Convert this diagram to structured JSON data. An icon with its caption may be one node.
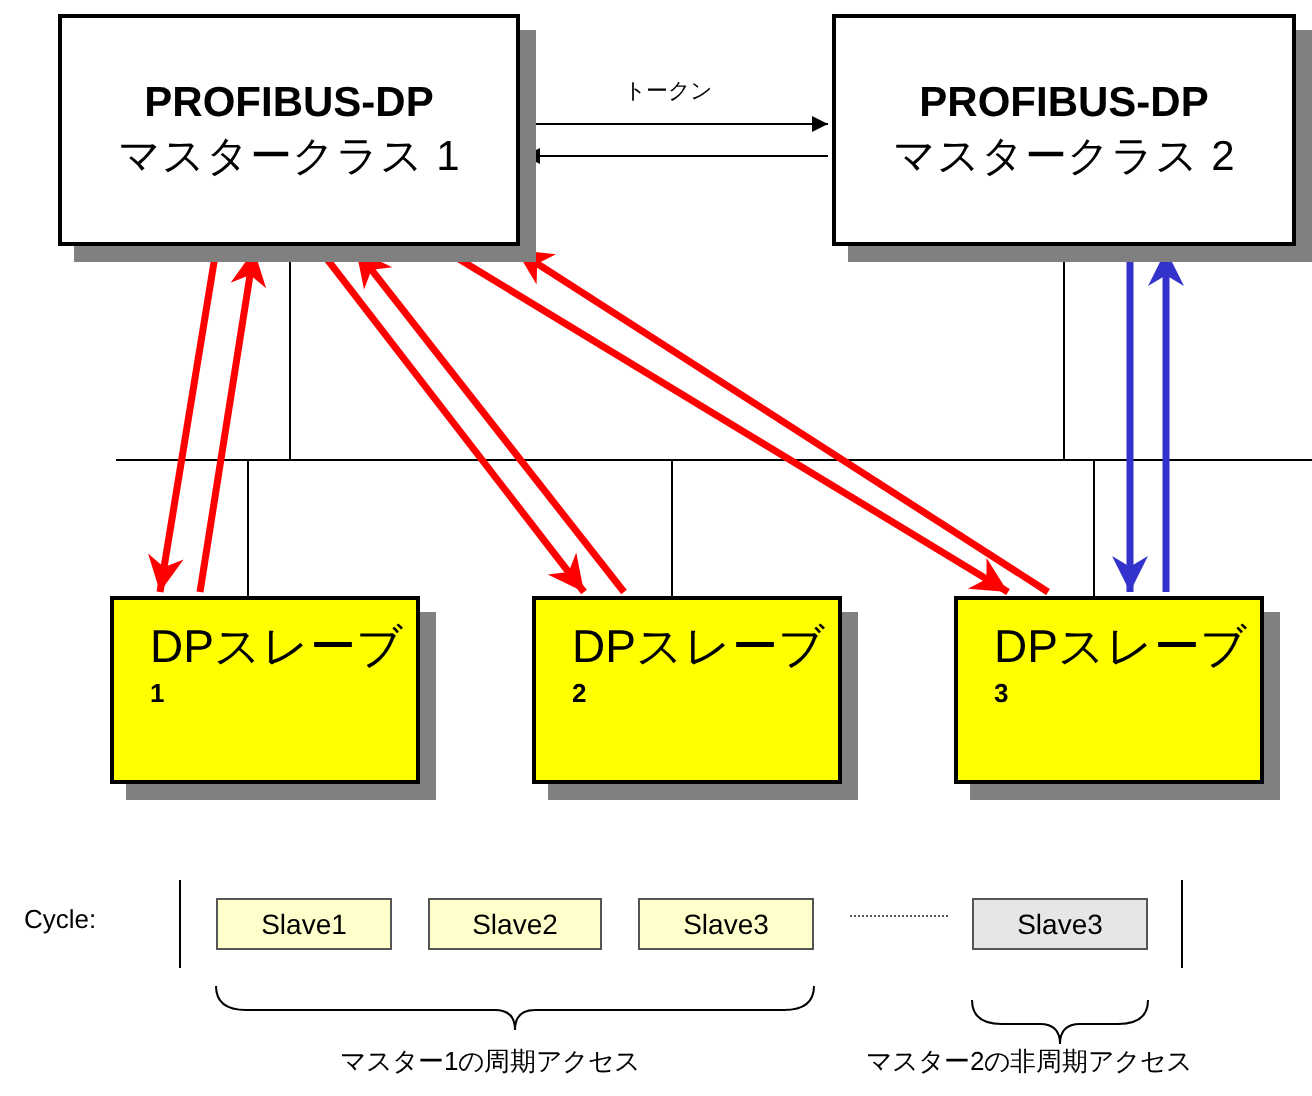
{
  "diagram": {
    "nodes": [
      {
        "text": [
          "PROFIBUS-DP",
          "マスタークラス 1"
        ]
      },
      {
        "text": [
          "PROFIBUS-DP",
          "マスタークラス 2"
        ]
      },
      {
        "text": [
          "DPスレーブ",
          "1"
        ]
      },
      {
        "text": [
          "DPスレーブ",
          "2"
        ]
      },
      {
        "text": [
          "DPスレーブ",
          "3"
        ]
      },
      {
        "text": [
          "Slave1"
        ]
      },
      {
        "text": [
          "Slave2"
        ]
      },
      {
        "text": [
          "Slave3"
        ]
      },
      {
        "text": [
          "Slave3"
        ]
      }
    ],
    "edges": [
      {
        "from": 0,
        "to": 1,
        "arrow": "to",
        "label": "トークン",
        "color": "#000000"
      },
      {
        "from": 1,
        "to": 0,
        "arrow": "to",
        "color": "#000000"
      },
      {
        "from": 0,
        "to": 2,
        "arrow": "to"
      },
      {
        "from": 2,
        "to": 0,
        "arrow": "to"
      },
      {
        "from": 0,
        "to": 3,
        "arrow": "to"
      },
      {
        "from": 3,
        "to": 0,
        "arrow": "to"
      },
      {
        "from": 0,
        "to": 4,
        "arrow": "to"
      },
      {
        "from": 4,
        "to": 0,
        "arrow": "to"
      },
      {
        "from": 1,
        "to": 4,
        "arrow": "to",
        "color": "#3333cc"
      },
      {
        "from": 4,
        "to": 1,
        "arrow": "to",
        "color": "#3333cc"
      }
    ],
    "labels": [
      "Cycle:",
      "マスター1の周期アクセス",
      "マスター2の非周期アクセス"
    ]
  }
}
